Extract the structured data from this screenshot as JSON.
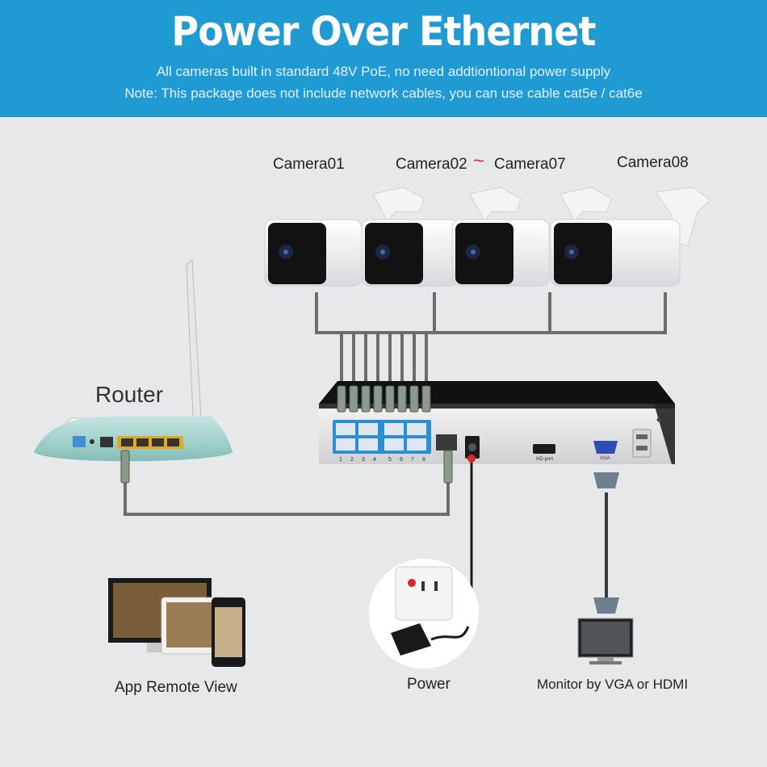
{
  "header": {
    "title": "Power Over Ethernet",
    "subtitle_1": "All cameras built in standard 48V PoE, no need addtiontional power supply",
    "subtitle_2": "Note: This package does not include network cables, you can use cable cat5e / cat6e"
  },
  "cameras": {
    "camera_1_label": "Camera01",
    "camera_range_start": "Camera02",
    "camera_range_sep": "~",
    "camera_range_end": "Camera07",
    "camera_8_label": "Camera08"
  },
  "router": {
    "label": "Router"
  },
  "nvr": {
    "hdmi_port_label": "HD-port",
    "vga_port_label": "VGA",
    "poe_port_numbers": [
      "1",
      "2",
      "3",
      "4",
      "5",
      "6",
      "7",
      "8"
    ]
  },
  "bottom": {
    "app_label": "App Remote View",
    "power_label": "Power",
    "monitor_label": "Monitor by VGA or HDMI"
  },
  "colors": {
    "banner": "#1f9ad2",
    "background": "#e7e8ea",
    "cable": "#6d6d6d",
    "accent_red": "#e0262b"
  }
}
